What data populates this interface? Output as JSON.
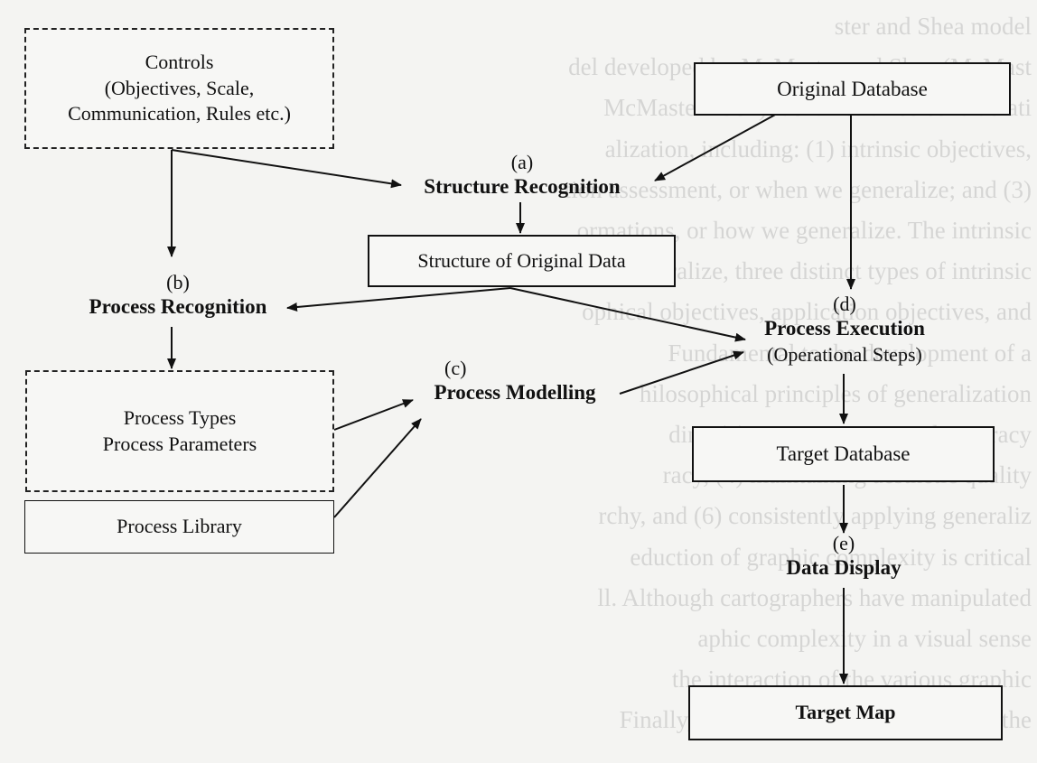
{
  "background_text": [
    "ster and Shea model",
    "del developed by McMaster and Shea (McMast",
    "McMaster 1987) identifies three considerati",
    "alization, including: (1) intrinsic objectives,",
    "tion assessment, or when we generalize; and (3)",
    "ormations, or how we generalize. The intrinsic",
    "eneralize, three distinct types of intrinsic",
    "ophical objectives, application objectives, and",
    "Fundamental to the development of a",
    "hilosophical principles of generalization",
    "ding (2) maintaining spatial accuracy",
    "racy, (4) maintaining aesthetic quality",
    "rchy, and (6) consistently applying generaliz",
    "eduction of graphic complexity is critical",
    "ll. Although cartographers have manipulated",
    "aphic complexity in a visual sense",
    "the interaction of the various graphic",
    "Finally, the number and distribution of the"
  ],
  "boxes": {
    "controls": [
      "Controls",
      "(Objectives, Scale,",
      "Communication, Rules etc.)"
    ],
    "original_database": "Original Database",
    "structure_original": "Structure of Original Data",
    "process_types": [
      "Process Types",
      "Process Parameters"
    ],
    "process_library": "Process Library",
    "target_database": "Target Database",
    "target_map": "Target Map"
  },
  "stages": {
    "a": {
      "letter": "(a)",
      "name": "Structure Recognition"
    },
    "b": {
      "letter": "(b)",
      "name": "Process Recognition"
    },
    "c": {
      "letter": "(c)",
      "name": "Process Modelling"
    },
    "d": {
      "letter": "(d)",
      "name": "Process Execution",
      "sub": "(Operational Steps)"
    },
    "e": {
      "letter": "(e)",
      "name": "Data Display"
    }
  },
  "colors": {
    "ink": "#111111",
    "paper": "#f4f4f2"
  }
}
